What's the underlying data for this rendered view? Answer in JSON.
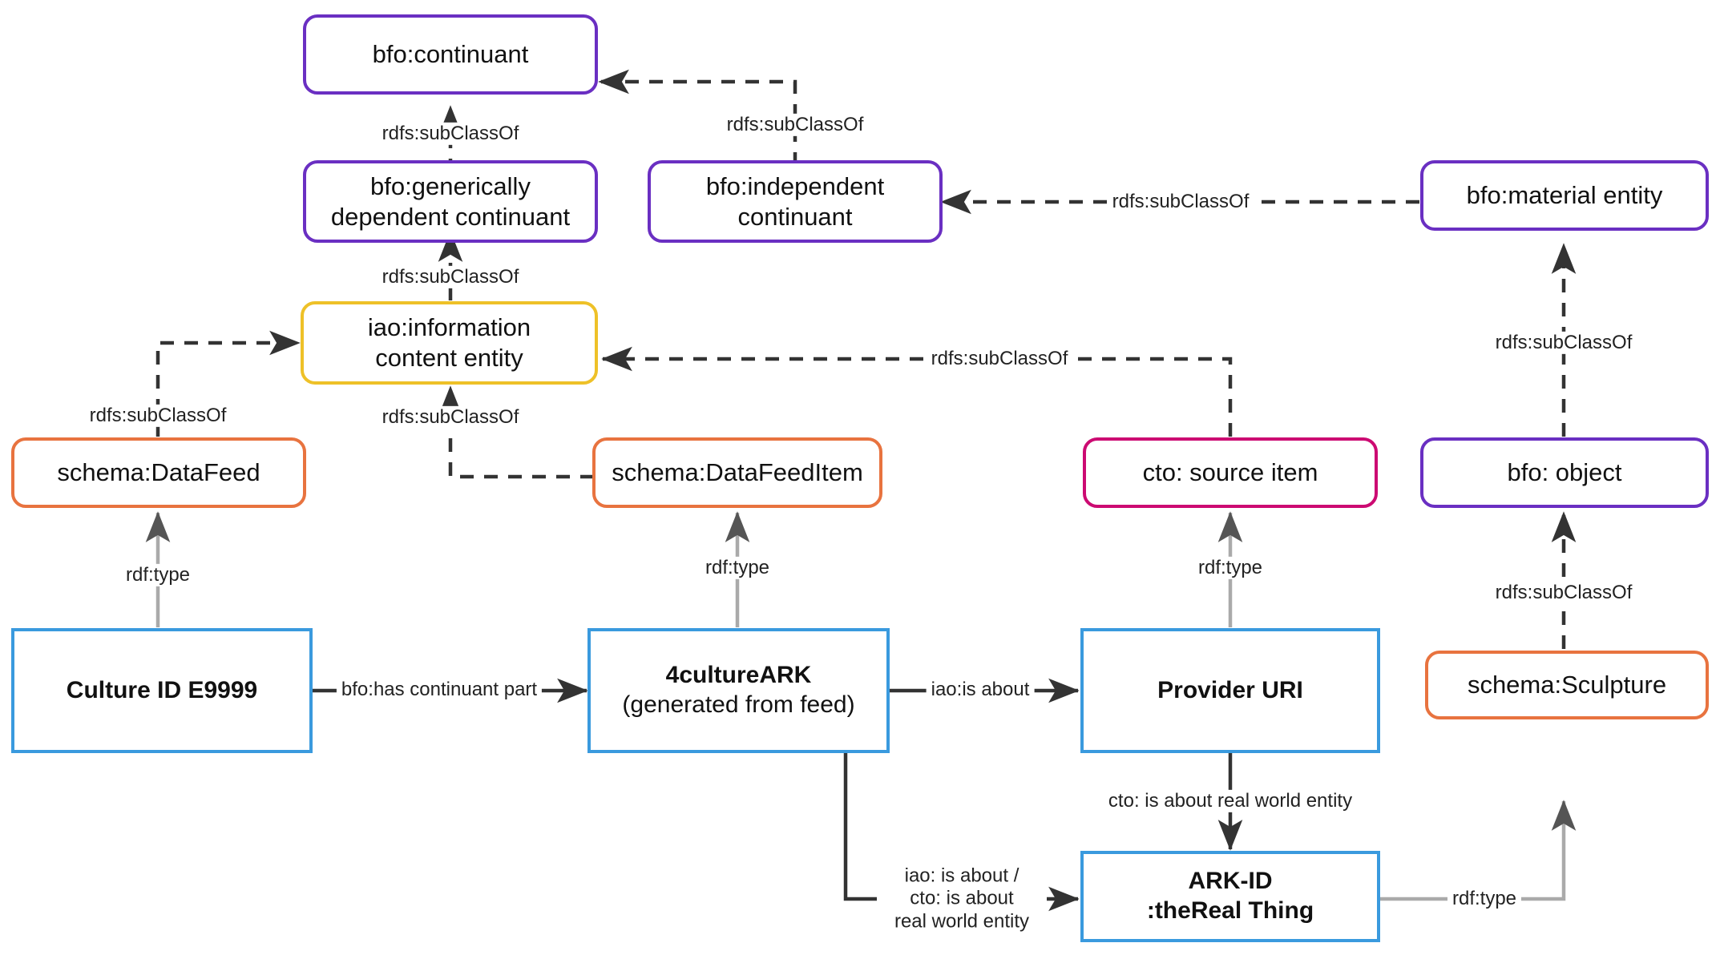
{
  "diagram": {
    "title": "4Culture ARK ontology alignment diagram",
    "colors": {
      "purple": "#6a2fc2",
      "yellow": "#eec128",
      "orange": "#e8733f",
      "magenta": "#cc0a72",
      "blue": "#3a9ade",
      "edge_dark": "#333333",
      "edge_gray": "#aaaaaa",
      "background": "#ffffff"
    },
    "nodes": [
      {
        "id": "bfo-continuant",
        "label": "bfo:continuant",
        "kind": "class",
        "color": "purple"
      },
      {
        "id": "bfo-gdc",
        "label": "bfo:generically\ndependent continuant",
        "kind": "class",
        "color": "purple"
      },
      {
        "id": "bfo-independent-continuant",
        "label": "bfo:independent\ncontinuant",
        "kind": "class",
        "color": "purple"
      },
      {
        "id": "bfo-material-entity",
        "label": "bfo:material entity",
        "kind": "class",
        "color": "purple"
      },
      {
        "id": "iao-ice",
        "label": "iao:information\ncontent entity",
        "kind": "class",
        "color": "yellow"
      },
      {
        "id": "schema-datafeed",
        "label": "schema:DataFeed",
        "kind": "class",
        "color": "orange"
      },
      {
        "id": "schema-datafeeditem",
        "label": "schema:DataFeedItem",
        "kind": "class",
        "color": "orange"
      },
      {
        "id": "cto-source-item",
        "label": "cto: source item",
        "kind": "class",
        "color": "magenta"
      },
      {
        "id": "bfo-object",
        "label": "bfo: object",
        "kind": "class",
        "color": "purple"
      },
      {
        "id": "schema-sculpture",
        "label": "schema:Sculpture",
        "kind": "class",
        "color": "orange"
      },
      {
        "id": "culture-id",
        "label": "Culture ID E9999",
        "kind": "instance",
        "color": "blue"
      },
      {
        "id": "culture-ark",
        "label": "4cultureARK",
        "sublabel": "(generated from feed)",
        "kind": "instance",
        "color": "blue"
      },
      {
        "id": "provider-uri",
        "label": "Provider URI",
        "kind": "instance",
        "color": "blue"
      },
      {
        "id": "ark-id",
        "label": "ARK-ID",
        "sublabel": ":theReal Thing",
        "kind": "instance",
        "color": "blue"
      }
    ],
    "edges": [
      {
        "id": "e1",
        "from": "bfo-gdc",
        "to": "bfo-continuant",
        "label": "rdfs:subClassOf",
        "style": "dashed",
        "color": "edge_dark"
      },
      {
        "id": "e2",
        "from": "bfo-independent-continuant",
        "to": "bfo-continuant",
        "label": "rdfs:subClassOf",
        "style": "dashed",
        "color": "edge_dark"
      },
      {
        "id": "e3",
        "from": "bfo-material-entity",
        "to": "bfo-independent-continuant",
        "label": "rdfs:subClassOf",
        "style": "dashed",
        "color": "edge_dark"
      },
      {
        "id": "e4",
        "from": "iao-ice",
        "to": "bfo-gdc",
        "label": "rdfs:subClassOf",
        "style": "dashed",
        "color": "edge_dark"
      },
      {
        "id": "e5",
        "from": "schema-datafeed",
        "to": "iao-ice",
        "label": "rdfs:subClassOf",
        "style": "dashed",
        "color": "edge_dark"
      },
      {
        "id": "e6",
        "from": "schema-datafeeditem",
        "to": "iao-ice",
        "label": "rdfs:subClassOf",
        "style": "dashed",
        "color": "edge_dark"
      },
      {
        "id": "e7",
        "from": "cto-source-item",
        "to": "iao-ice",
        "label": "rdfs:subClassOf",
        "style": "dashed",
        "color": "edge_dark"
      },
      {
        "id": "e8",
        "from": "bfo-object",
        "to": "bfo-material-entity",
        "label": "rdfs:subClassOf",
        "style": "dashed",
        "color": "edge_dark"
      },
      {
        "id": "e9",
        "from": "schema-sculpture",
        "to": "bfo-object",
        "label": "rdfs:subClassOf",
        "style": "dashed",
        "color": "edge_dark"
      },
      {
        "id": "e10",
        "from": "culture-id",
        "to": "schema-datafeed",
        "label": "rdf:type",
        "style": "solid",
        "color": "edge_gray"
      },
      {
        "id": "e11",
        "from": "culture-ark",
        "to": "schema-datafeeditem",
        "label": "rdf:type",
        "style": "solid",
        "color": "edge_gray"
      },
      {
        "id": "e12",
        "from": "provider-uri",
        "to": "cto-source-item",
        "label": "rdf:type",
        "style": "solid",
        "color": "edge_gray"
      },
      {
        "id": "e13",
        "from": "ark-id",
        "to": "schema-sculpture",
        "label": "rdf:type",
        "style": "solid",
        "color": "edge_gray"
      },
      {
        "id": "e14",
        "from": "culture-id",
        "to": "culture-ark",
        "label": "bfo:has continuant part",
        "style": "solid",
        "color": "edge_dark"
      },
      {
        "id": "e15",
        "from": "culture-ark",
        "to": "provider-uri",
        "label": "iao:is about",
        "style": "solid",
        "color": "edge_dark"
      },
      {
        "id": "e16",
        "from": "provider-uri",
        "to": "ark-id",
        "label": "cto: is about real world entity",
        "style": "solid",
        "color": "edge_dark"
      },
      {
        "id": "e17",
        "from": "culture-ark",
        "to": "ark-id",
        "label": "iao: is about /\ncto: is about\nreal world entity",
        "style": "solid",
        "color": "edge_dark"
      }
    ]
  }
}
